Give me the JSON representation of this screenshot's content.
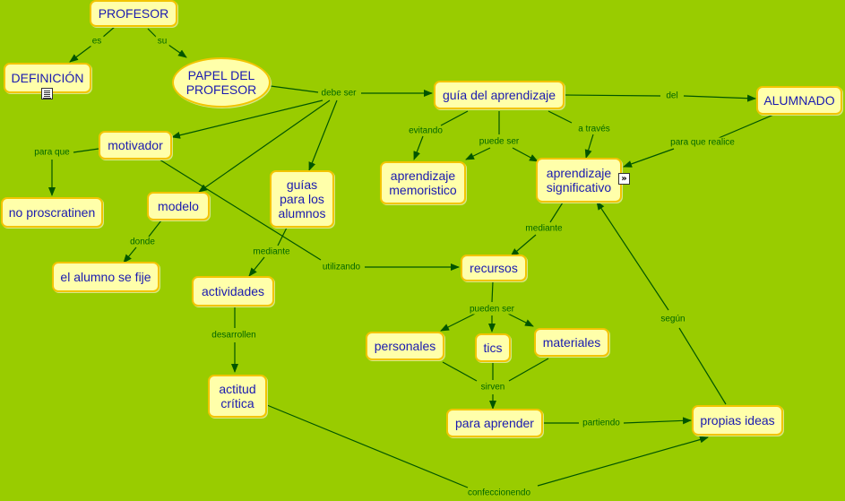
{
  "nodes": {
    "profesor": "PROFESOR",
    "definicion": "DEFINICIÓN",
    "papel": "PAPEL DEL\nPROFESOR",
    "guia_aprendizaje": "guía del aprendizaje",
    "alumnado": "ALUMNADO",
    "motivador": "motivador",
    "no_proscratinen": "no proscratinen",
    "modelo": "modelo",
    "alumno_fije": "el alumno se fije",
    "guias_alumnos": "guías\npara los\nalumnos",
    "actividades": "actividades",
    "actitud": "actitud\ncrítica",
    "memoristico": "aprendizaje\nmemoristico",
    "significativo": "aprendizaje\nsignificativo",
    "recursos": "recursos",
    "personales": "personales",
    "tics": "tics",
    "materiales": "materiales",
    "para_aprender": "para aprender",
    "propias_ideas": "propias ideas"
  },
  "links": {
    "es": "es",
    "su": "su",
    "debe_ser": "debe ser",
    "del": "del",
    "evitando": "evitando",
    "puede_ser": "puede ser",
    "a_traves": "a través",
    "para_que_realice": "para que realice",
    "para_que": "para que",
    "donde": "donde",
    "mediante1": "mediante",
    "mediante2": "mediante",
    "utilizando": "utilizando",
    "pueden_ser": "pueden ser",
    "desarrollen": "desarrollen",
    "sirven": "sirven",
    "partiendo": "partiendo",
    "segun": "según",
    "confeccionendo": "confeccionendo"
  },
  "icons": {
    "definicion_attachment": "document-icon",
    "significativo_attachment": "double-arrow-icon"
  },
  "colors": {
    "background": "#99cc00",
    "node_fill": "#ffffaa",
    "node_border": "#f2c400",
    "node_text": "#1a1ab0",
    "link_line": "#005500",
    "link_text": "#006600"
  }
}
